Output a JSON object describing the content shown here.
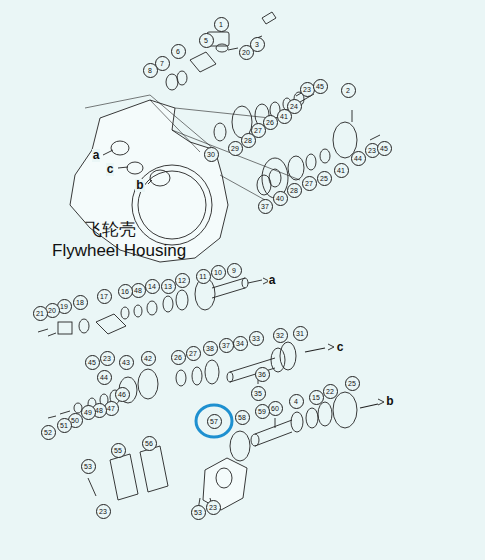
{
  "diagram": {
    "labels": [
      "1",
      "20",
      "3",
      "5",
      "6",
      "7",
      "8",
      "23",
      "45",
      "24",
      "41",
      "26",
      "27",
      "28",
      "29",
      "30",
      "2",
      "44",
      "23",
      "45",
      "41",
      "25",
      "27",
      "28",
      "40",
      "37",
      "a",
      "c",
      "b",
      "飞轮壳",
      "Flywheel Housing",
      "10",
      "9",
      "11",
      "12",
      "13",
      "14",
      "48",
      "16",
      "17",
      "18",
      "19",
      "20",
      "21",
      "a",
      "33",
      "32",
      "31",
      "c",
      "34",
      "37",
      "38",
      "27",
      "26",
      "42",
      "43",
      "23",
      "45",
      "36",
      "35",
      "44",
      "46",
      "47",
      "48",
      "49",
      "50",
      "51",
      "52",
      "25",
      "22",
      "15",
      "4",
      "60",
      "59",
      "58",
      "57",
      "b",
      "53",
      "55",
      "56",
      "23",
      "53",
      "23"
    ]
  }
}
